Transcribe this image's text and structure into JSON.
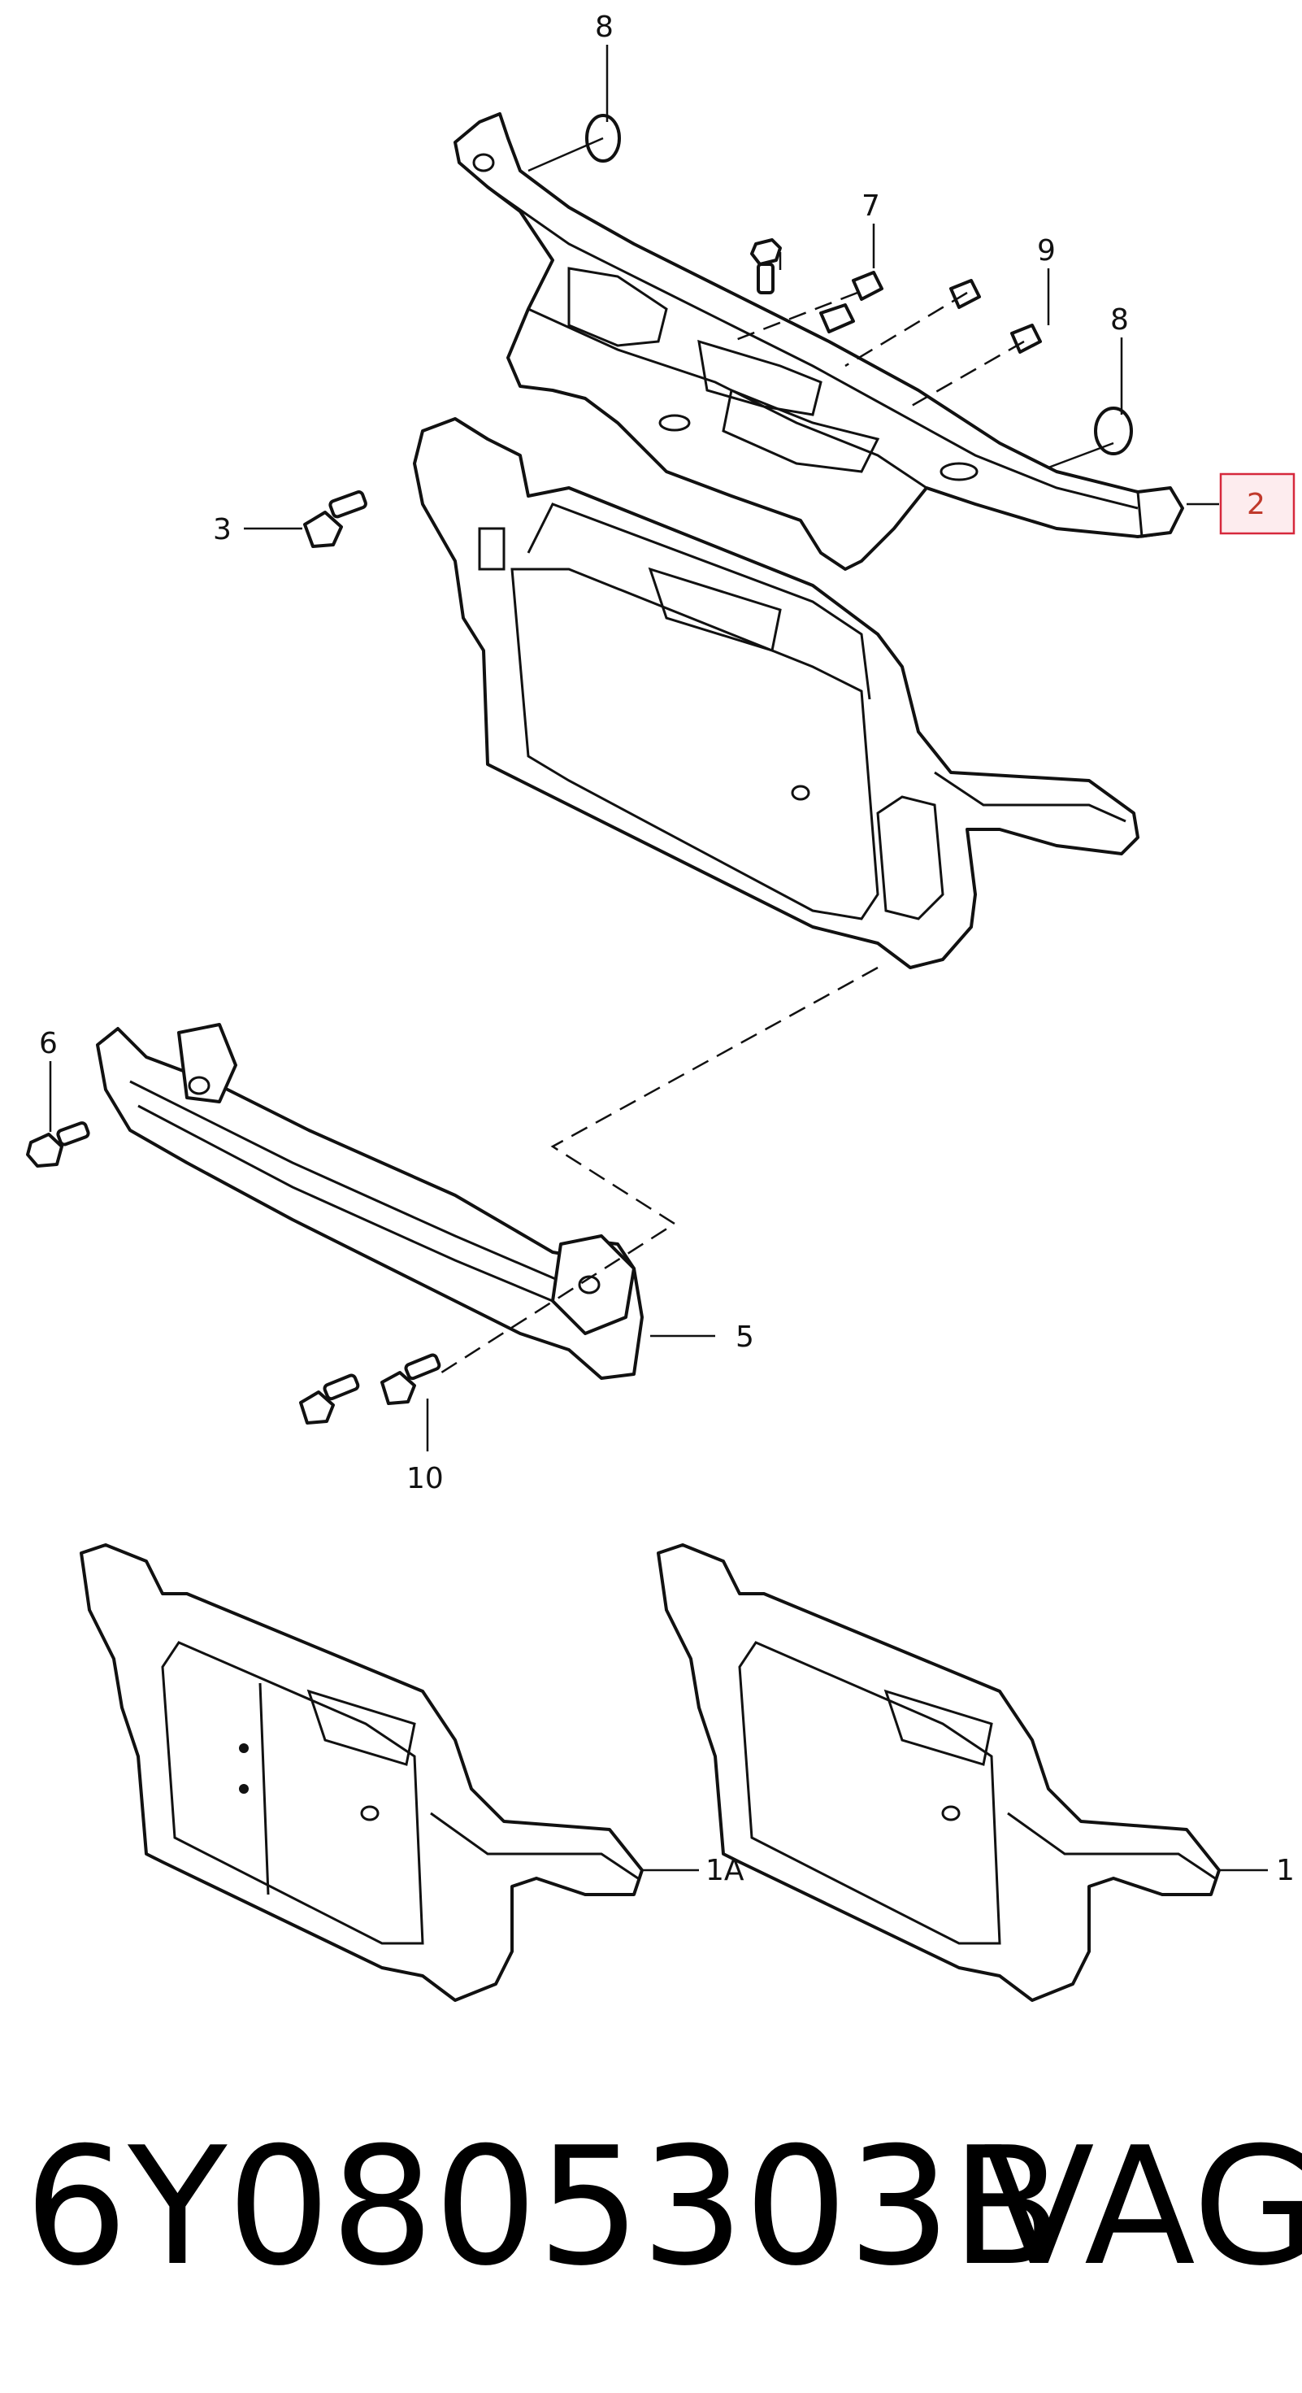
{
  "callouts": {
    "c8_top": "8",
    "c7": "7",
    "c9": "9",
    "c8_right": "8",
    "c2": "2",
    "c3": "3",
    "c6": "6",
    "c5": "5",
    "c10": "10",
    "c1A": "1A",
    "c1": "1"
  },
  "highlight": {
    "callout": "2",
    "color": "#d6283c"
  },
  "footer": {
    "part_number": "6Y0805303B",
    "brand": "VAG"
  }
}
